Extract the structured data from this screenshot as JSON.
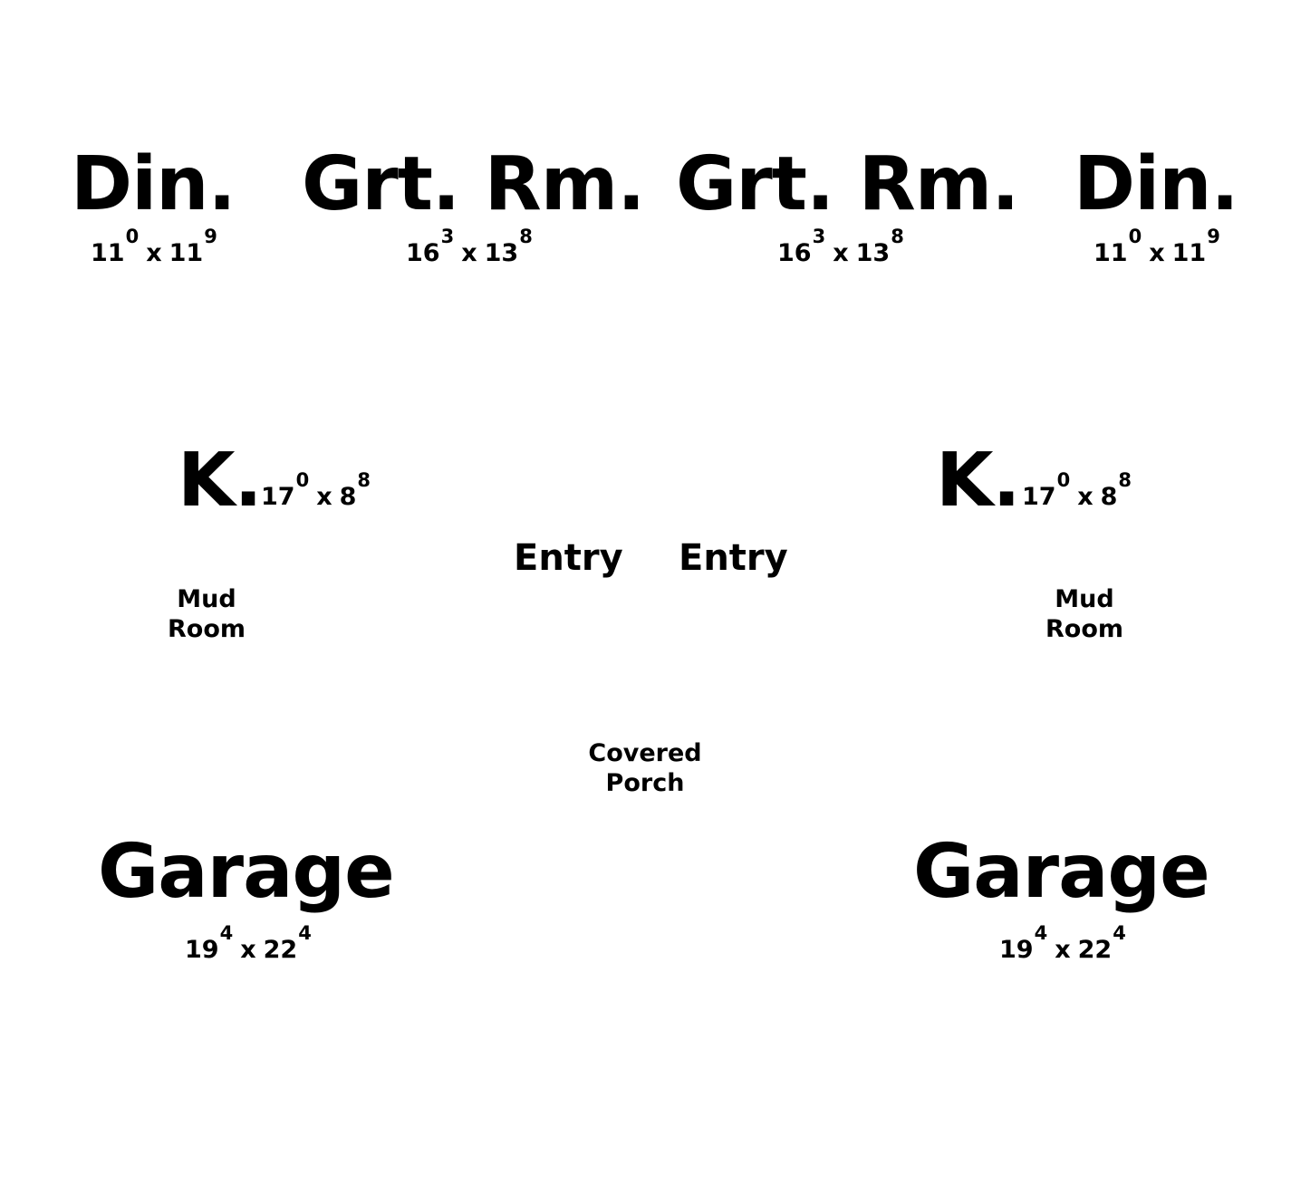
{
  "colors": {
    "background": "#ffffff",
    "text": "#000000"
  },
  "rooms": {
    "dining_left": {
      "name": "Din.",
      "dim_a": "11",
      "dim_a_sup": "0",
      "times": "x",
      "dim_b": "11",
      "dim_b_sup": "9"
    },
    "great_room_left": {
      "name": "Grt. Rm.",
      "dim_a": "16",
      "dim_a_sup": "3",
      "times": "x",
      "dim_b": "13",
      "dim_b_sup": "8"
    },
    "great_room_right": {
      "name": "Grt. Rm.",
      "dim_a": "16",
      "dim_a_sup": "3",
      "times": "x",
      "dim_b": "13",
      "dim_b_sup": "8"
    },
    "dining_right": {
      "name": "Din.",
      "dim_a": "11",
      "dim_a_sup": "0",
      "times": "x",
      "dim_b": "11",
      "dim_b_sup": "9"
    },
    "kitchen_left": {
      "name": "K.",
      "dim_a": "17",
      "dim_a_sup": "0",
      "times": "x",
      "dim_b": "8",
      "dim_b_sup": "8"
    },
    "kitchen_right": {
      "name": "K.",
      "dim_a": "17",
      "dim_a_sup": "0",
      "times": "x",
      "dim_b": "8",
      "dim_b_sup": "8"
    },
    "entry_left": {
      "name": "Entry"
    },
    "entry_right": {
      "name": "Entry"
    },
    "mud_room_left": {
      "line1": "Mud",
      "line2": "Room"
    },
    "mud_room_right": {
      "line1": "Mud",
      "line2": "Room"
    },
    "covered_porch": {
      "line1": "Covered",
      "line2": "Porch"
    },
    "garage_left": {
      "name": "Garage",
      "dim_a": "19",
      "dim_a_sup": "4",
      "times": "x",
      "dim_b": "22",
      "dim_b_sup": "4"
    },
    "garage_right": {
      "name": "Garage",
      "dim_a": "19",
      "dim_a_sup": "4",
      "times": "x",
      "dim_b": "22",
      "dim_b_sup": "4"
    }
  }
}
